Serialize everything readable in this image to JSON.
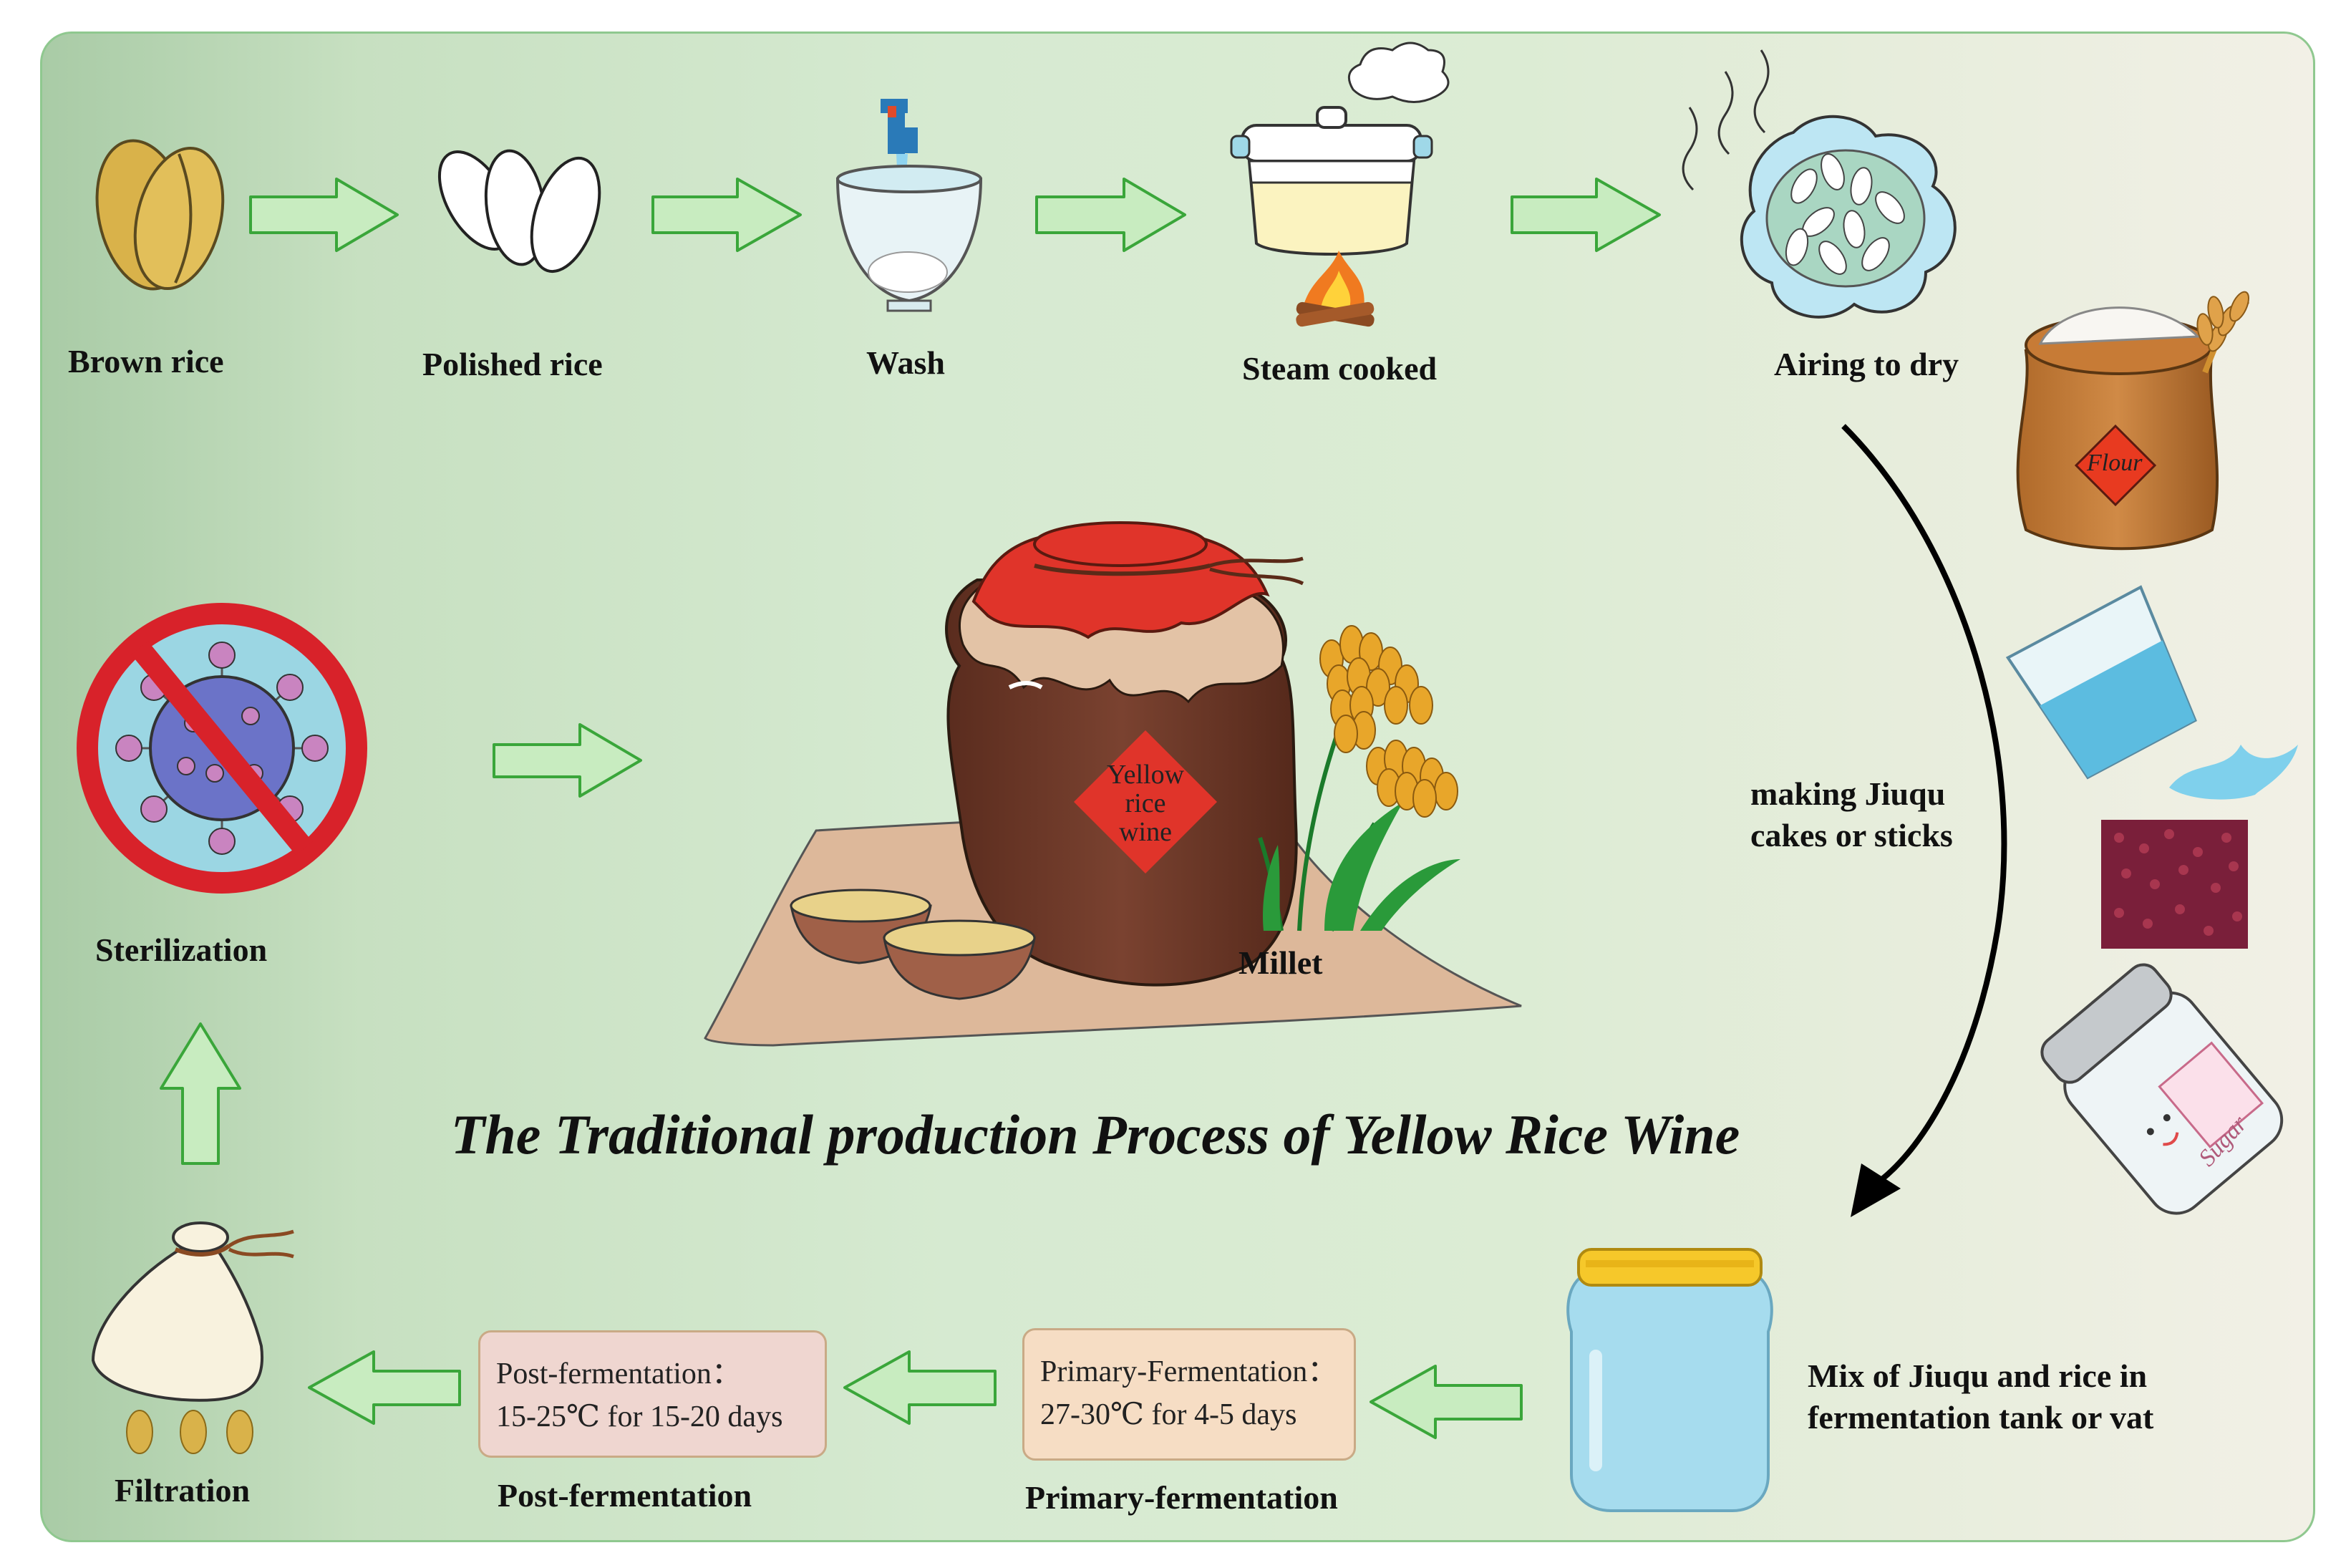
{
  "title": "The Traditional production Process of Yellow Rice Wine",
  "steps": {
    "brown_rice": "Brown rice",
    "polished_rice": "Polished rice",
    "wash": "Wash",
    "steam_cooked": "Steam cooked",
    "airing": "Airing to dry",
    "making_jiuqu_line1": "making Jiuqu",
    "making_jiuqu_line2": "cakes or sticks",
    "mix_line1": "Mix of Jiuqu and rice in",
    "mix_line2": "fermentation tank or vat",
    "primary_fermentation": "Primary-fermentation",
    "post_fermentation": "Post-fermentation",
    "filtration": "Filtration",
    "sterilization": "Sterilization",
    "millet": "Millet"
  },
  "boxes": {
    "primary": {
      "line1": "Primary-Fermentation：",
      "line2": "27-30℃ for 4-5 days"
    },
    "post": {
      "line1": "Post-fermentation：",
      "line2": "15-25℃ for 15-20 days"
    }
  },
  "jar_label": {
    "line1": "Yellow",
    "line2": "rice",
    "line3": "wine"
  },
  "flour_label": "Flour",
  "sugar_label": "Sugar",
  "colors": {
    "arrow_fill": "#c8ecc0",
    "arrow_stroke": "#3aa63a",
    "jar_brown": "#6b3a2a",
    "cloth_red": "#e03a2a",
    "grain_gold": "#e0a020",
    "water_blue": "#7fcfe6",
    "primary_box": "#f6ddc4",
    "post_box": "#efd6d0"
  }
}
